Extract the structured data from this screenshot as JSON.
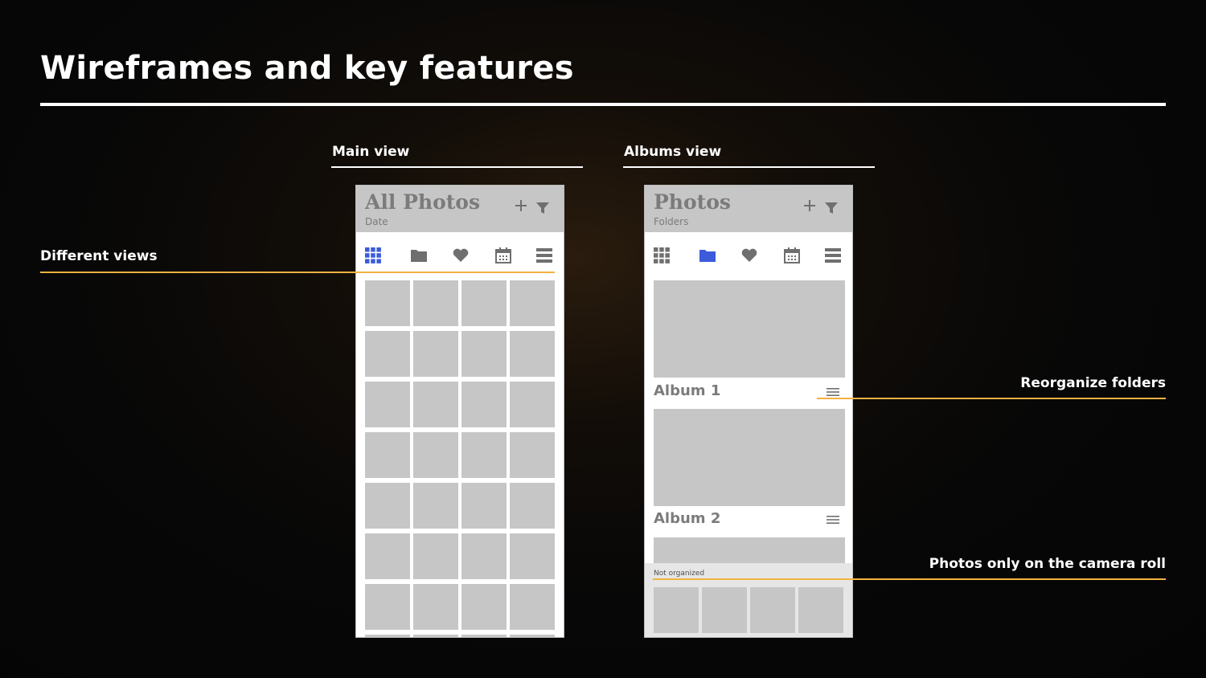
{
  "slide": {
    "title": "Wireframes and key features"
  },
  "sections": {
    "main": {
      "label": "Main view"
    },
    "albums": {
      "label": "Albums view"
    }
  },
  "callouts": {
    "different_views": "Different views",
    "reorganize_folders": "Reorganize folders",
    "camera_roll": "Photos only on the camera roll"
  },
  "main_phone": {
    "title": "All Photos",
    "subtitle": "Date",
    "active_tab": "grid",
    "tabs": [
      "grid-icon",
      "folder-icon",
      "heart-icon",
      "calendar-icon",
      "list-icon"
    ]
  },
  "albums_phone": {
    "title": "Photos",
    "subtitle": "Folders",
    "active_tab": "folder",
    "albums": [
      {
        "name": "Album 1"
      },
      {
        "name": "Album 2"
      }
    ],
    "not_organized_label": "Not organized"
  },
  "colors": {
    "accent_blue": "#3b5bdb",
    "callout_orange": "#f2b142",
    "placeholder_gray": "#c6c6c6",
    "icon_gray": "#6f6f6f"
  }
}
